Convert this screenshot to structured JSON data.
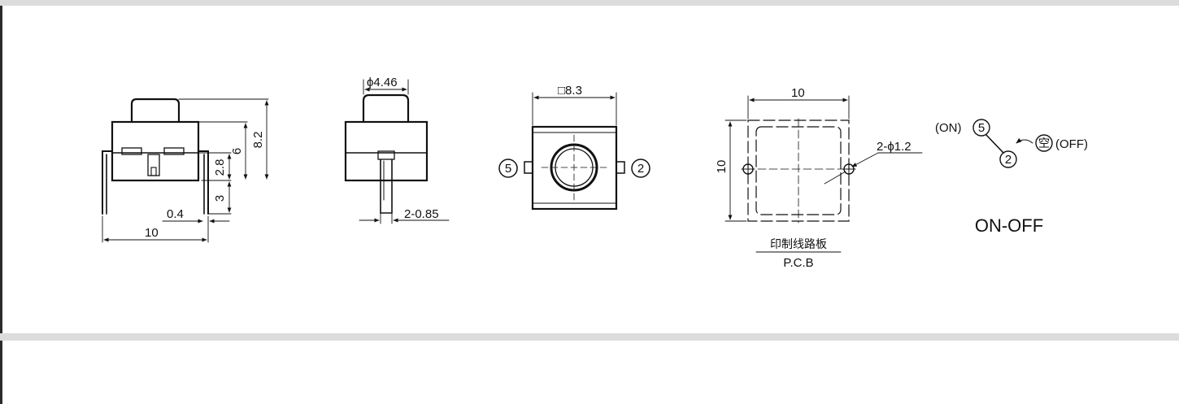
{
  "dimensions": {
    "side_view": {
      "d_10": "10",
      "d_0_4": "0.4",
      "d_3": "3",
      "d_2_8": "2.8",
      "d_6": "6",
      "d_8_2": "8.2"
    },
    "front_view": {
      "dia_4_46": "ϕ4.46",
      "d_2_0_85": "2-0.85"
    },
    "top_view": {
      "sq_8_3": "□8.3",
      "pin_5": "5",
      "pin_2": "2"
    },
    "pcb_view": {
      "d_10_top": "10",
      "d_10_left": "10",
      "hole_dia": "2-ϕ1.2",
      "label_cn": "印制线路板",
      "label_en": "P.C.B"
    }
  },
  "schematic": {
    "on_label": "(ON)",
    "off_label": "(OFF)",
    "pin_5": "5",
    "pin_2": "2",
    "empty_symbol": "空",
    "caption": "ON-OFF"
  },
  "colors": {
    "band": "#dcdcdc",
    "ink": "#111111"
  }
}
